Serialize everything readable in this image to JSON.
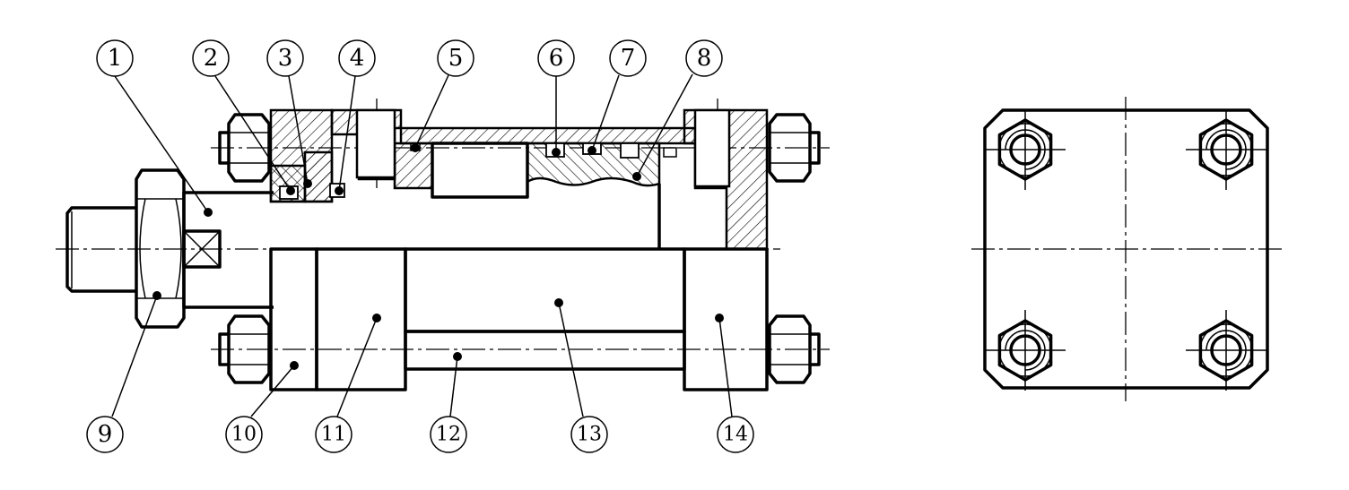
{
  "title": "Hydraulic cylinder assembly drawing",
  "callouts": [
    {
      "label": "1"
    },
    {
      "label": "2"
    },
    {
      "label": "3"
    },
    {
      "label": "4"
    },
    {
      "label": "5"
    },
    {
      "label": "6"
    },
    {
      "label": "7"
    },
    {
      "label": "8"
    },
    {
      "label": "9"
    },
    {
      "label": "10"
    },
    {
      "label": "11"
    },
    {
      "label": "12"
    },
    {
      "label": "13"
    },
    {
      "label": "14"
    }
  ],
  "colors": {
    "line": "#000000",
    "background": "#ffffff"
  }
}
